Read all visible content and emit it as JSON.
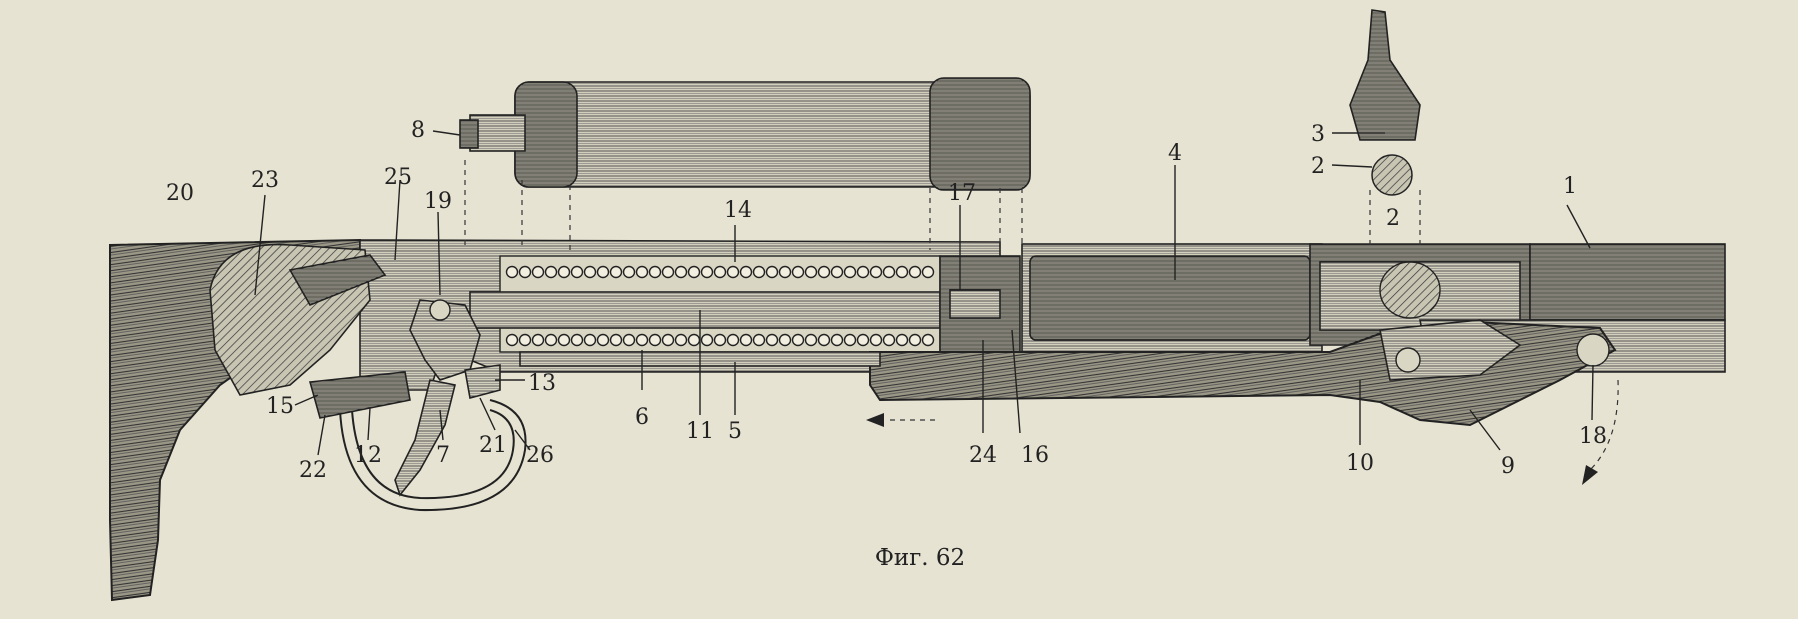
{
  "figure": {
    "caption": "Фиг. 62",
    "callouts": [
      "1",
      "2",
      "2",
      "3",
      "4",
      "5",
      "6",
      "7",
      "8",
      "9",
      "10",
      "11",
      "12",
      "13",
      "14",
      "15",
      "16",
      "17",
      "18",
      "19",
      "20",
      "21",
      "22",
      "23",
      "24",
      "25",
      "26"
    ]
  }
}
